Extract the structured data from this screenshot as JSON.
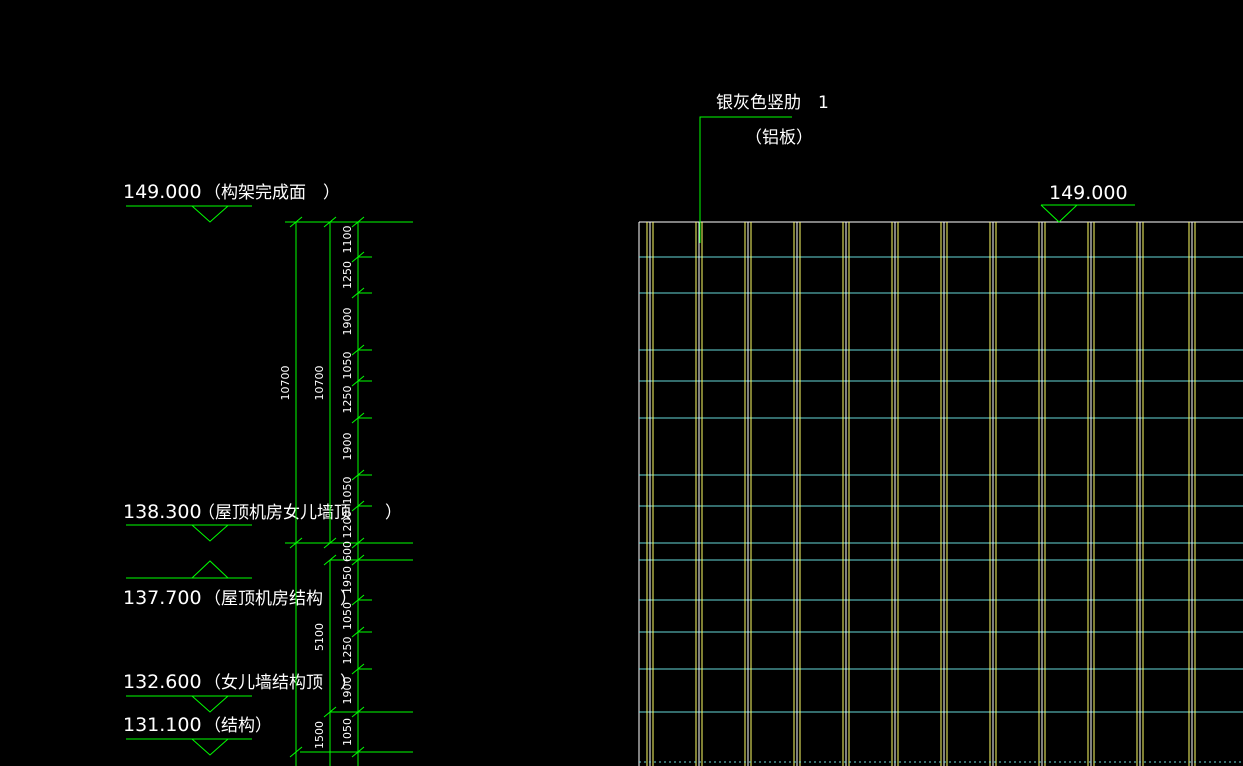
{
  "left_elevations": [
    {
      "value": "149.000",
      "note": "（构架完成面　）"
    },
    {
      "value": "138.300",
      "note": "（屋顶机房女儿墙顶　　）"
    },
    {
      "value": "137.700",
      "note": "（屋顶机房结构　）"
    },
    {
      "value": "132.600",
      "note": "（女儿墙结构顶　）"
    },
    {
      "value": "131.100",
      "note": "（结构）"
    }
  ],
  "dimensions": {
    "total_outer": "10700",
    "total_inner": "10700",
    "segment_5100": "5100",
    "segment_1500": "1500",
    "chain": [
      "1100",
      "1250",
      "1900",
      "1050",
      "1250",
      "1900",
      "1050",
      "1200",
      "600",
      "1950",
      "1050",
      "1250",
      "1900",
      "1050"
    ]
  },
  "callout": {
    "line1": "银灰色竖肋　1",
    "line2": "（铝板）"
  },
  "right_elevation": "149.000",
  "colors": {
    "green": "#00ff00",
    "yellow": "#ffff66",
    "cyan": "#66d9d9",
    "white": "#ffffff",
    "background": "#000000"
  }
}
